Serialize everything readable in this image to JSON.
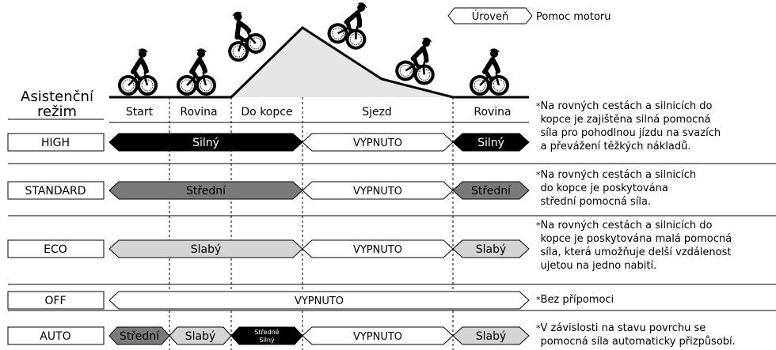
{
  "legend": {
    "level_label": "Úroveň",
    "assist_label": "Pomoc motoru"
  },
  "header": {
    "title_line1": "Asistenční",
    "title_line2": "režim"
  },
  "terrain": [
    "Start",
    "Rovina",
    "Do kopce",
    "Sjezd",
    "Rovina"
  ],
  "modes": [
    {
      "name": "HIGH",
      "segments": [
        "Silný",
        "VYPNUTO",
        "Silný"
      ],
      "note_marker": "*",
      "note_lines": [
        "Na rovných cestách a silnicích do",
        "kopce je zajištěna silná pomocná",
        "síla pro pohodlnou jízdu na svazích",
        "a převážení těžkých nákladů."
      ]
    },
    {
      "name": "STANDARD",
      "segments": [
        "Střední",
        "VYPNUTO",
        "Střední"
      ],
      "note_marker": "*",
      "note_lines": [
        "Na rovných cestách a silnicích",
        "do kopce je poskytována",
        "střední pomocná síla."
      ]
    },
    {
      "name": "ECO",
      "segments": [
        "Slabý",
        "VYPNUTO",
        "Slabý"
      ],
      "note_marker": "*",
      "note_lines": [
        "Na rovných cestách a silnicích do",
        "kopce je poskytována malá pomocná",
        "síla, která umožňuje delší vzdálenost",
        "ujetou na jedno nabití."
      ]
    },
    {
      "name": "OFF",
      "segments": [
        "VYPNUTO"
      ],
      "note_marker": "*",
      "note_lines": [
        "Bez přípomoci"
      ]
    },
    {
      "name": "AUTO",
      "segments": [
        "Střední",
        "Slabý",
        "Středně",
        "Silný",
        "VYPNUTO",
        "Slabý"
      ],
      "note_marker": "*",
      "note_lines": [
        "V závislosti na stavu povrchu se",
        "pomocná síla automaticky přizpůsobí."
      ]
    }
  ],
  "colors": {
    "strong": "#000000",
    "medium": "#7a7a7a",
    "weak": "#d4d4d4",
    "off": "#ffffff",
    "hill": "#e6e6e6"
  }
}
